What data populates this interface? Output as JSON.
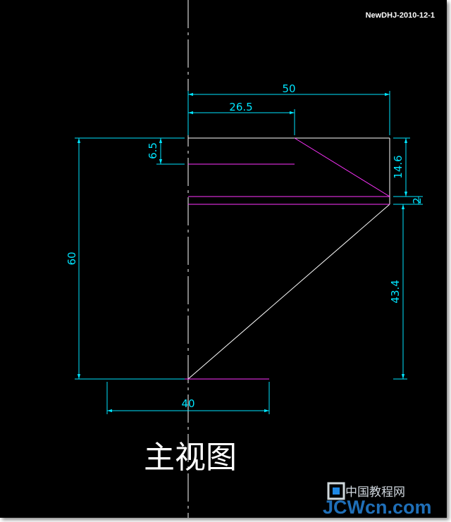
{
  "header": {
    "author_tag": "NewDHJ-2010-12-1"
  },
  "drawing": {
    "view_title": "主视图",
    "dimensions": {
      "d50": "50",
      "d26_5": "26.5",
      "d6_5": "6.5",
      "d14_6": "14.6",
      "d2": "2",
      "d60": "60",
      "d43_4": "43.4",
      "d40": "40"
    }
  },
  "watermark": {
    "cn_text": "中国教程网",
    "site": "JCWcn.com"
  },
  "colors": {
    "background": "#000000",
    "outline": "#ffffff",
    "dimension": "#00e5ff",
    "hidden": "#ff33ff"
  }
}
